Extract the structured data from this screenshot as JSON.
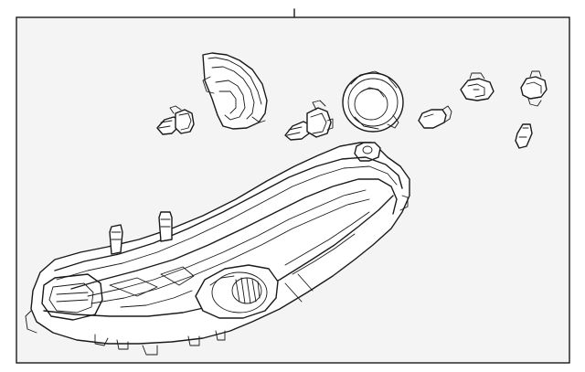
{
  "diagram": {
    "frame_background": "#f4f4f4",
    "line_color": "#1a1a1a",
    "parts": [
      "headlamp-assembly",
      "bulb-socket-left",
      "halogen-bulb-left",
      "halogen-bulb-center",
      "dust-cover-left",
      "dust-cover-right",
      "turn-signal-bulb",
      "socket-small",
      "wedge-bulb",
      "socket-right"
    ]
  }
}
